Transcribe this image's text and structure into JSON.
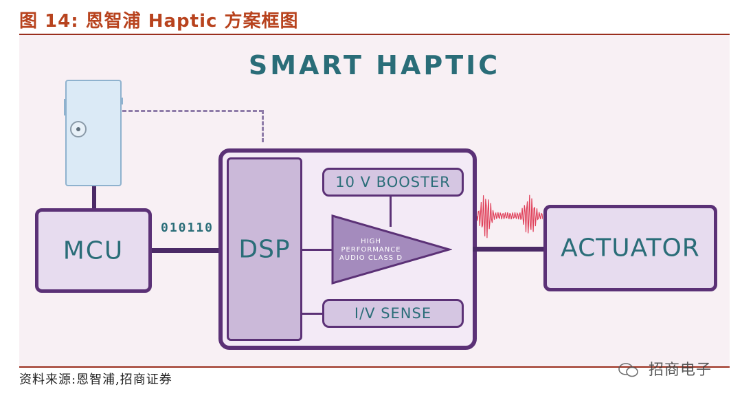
{
  "figure": {
    "title": "图 14:  恩智浦 Haptic 方案框图",
    "source": "资料来源:恩智浦,招商证券",
    "watermark": "招商电子"
  },
  "diagram": {
    "heading": "SMART HAPTIC",
    "mcu": "MCU",
    "bits": "010110",
    "dsp": "DSP",
    "booster": "10 V BOOSTER",
    "amplifier_lines": [
      "HIGH",
      "PERFORMANCE",
      "AUDIO CLASS D"
    ],
    "iv_sense": "I/V SENSE",
    "actuator": "ACTUATOR",
    "icons": [
      "phone-icon",
      "waveform-icon",
      "wechat-icon"
    ],
    "colors": {
      "title": "#b8431e",
      "heading": "#2a6d78",
      "box_border": "#5b3176",
      "wave": "#e0405a"
    }
  }
}
